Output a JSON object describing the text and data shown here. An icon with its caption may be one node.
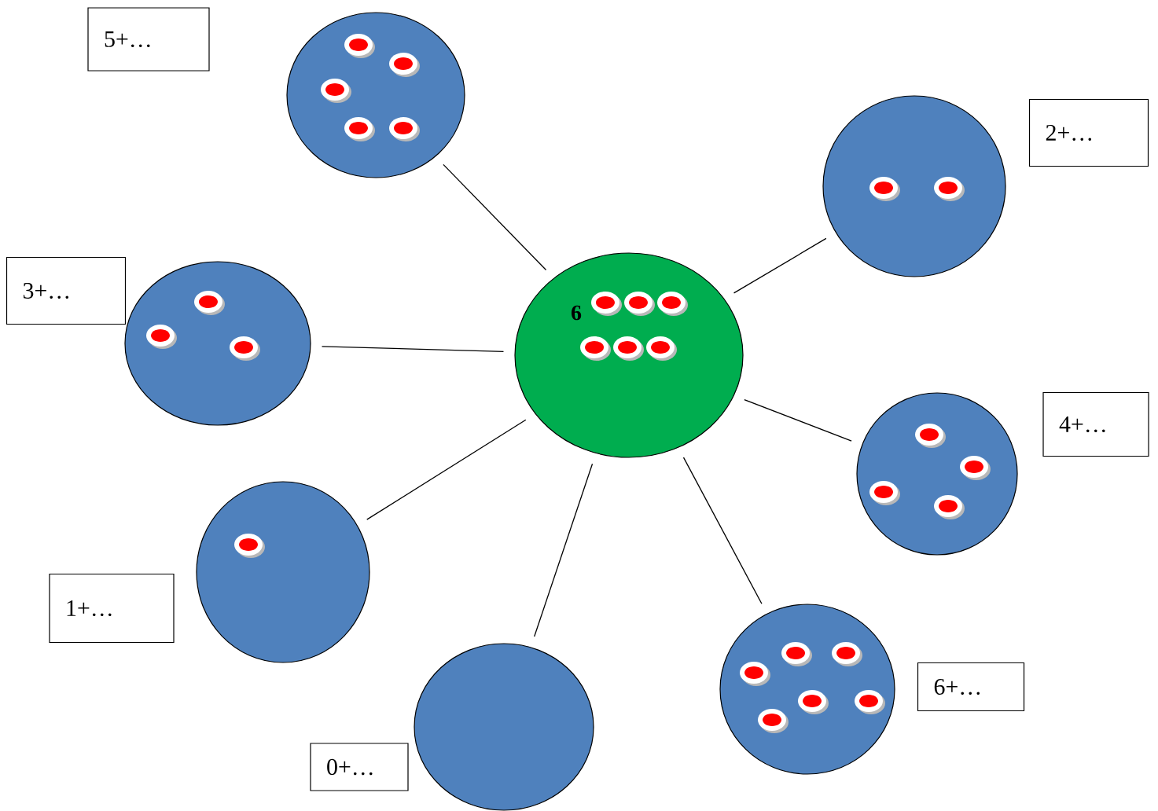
{
  "diagram": {
    "nodes": [
      {
        "text": [
          "5+…"
        ]
      },
      {
        "text": [],
        "shape": "circle"
      },
      {
        "text": [
          "2+…"
        ]
      },
      {
        "text": [],
        "shape": "circle"
      },
      {
        "text": [
          "3+…"
        ]
      },
      {
        "text": [],
        "shape": "circle"
      },
      {
        "text": [
          "6"
        ]
      },
      {
        "text": [
          "4+…"
        ]
      },
      {
        "text": [],
        "shape": "circle"
      },
      {
        "text": [],
        "shape": "circle"
      },
      {
        "text": [
          "1+…"
        ]
      },
      {
        "text": [],
        "shape": "circle"
      },
      {
        "text": [
          "6+…"
        ]
      },
      {
        "text": [],
        "shape": "circle"
      },
      {
        "text": [
          "0+…"
        ]
      }
    ],
    "edges": [
      {
        "from": 6,
        "to": 1,
        "arrow": "none"
      },
      {
        "from": 6,
        "to": 3,
        "arrow": "none"
      },
      {
        "from": 6,
        "to": 5,
        "arrow": "none"
      },
      {
        "from": 6,
        "to": 8,
        "arrow": "none"
      },
      {
        "from": 6,
        "to": 9,
        "arrow": "none"
      },
      {
        "from": 6,
        "to": 11,
        "arrow": "none"
      },
      {
        "from": 6,
        "to": 13,
        "arrow": "none"
      }
    ]
  }
}
